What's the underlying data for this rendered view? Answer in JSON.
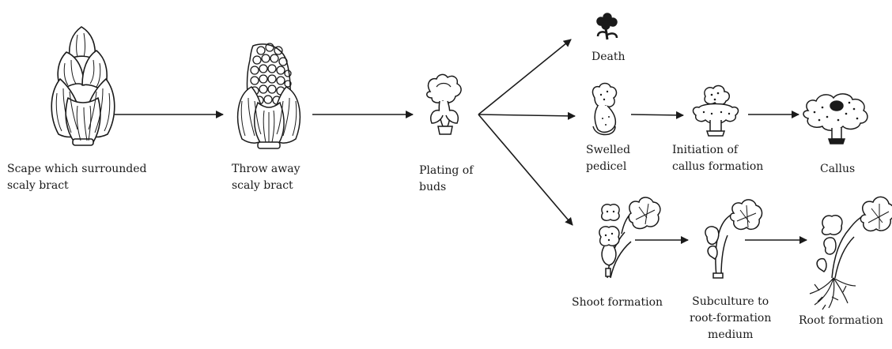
{
  "labels": {
    "scape": [
      "Scape which surrounded",
      "scaly bract"
    ],
    "throw_away": [
      "Throw away",
      "scaly bract"
    ],
    "plating": [
      "Plating of",
      "buds"
    ],
    "death": [
      "Death"
    ],
    "swelled": [
      "Swelled",
      "pedicel"
    ],
    "initiation": [
      "Initiation of",
      "callus formation"
    ],
    "callus": [
      "Callus"
    ],
    "shoot": [
      "Shoot formation"
    ],
    "subculture": [
      "Subculture to",
      "root-formation",
      "medium"
    ],
    "root": [
      "Root formation"
    ]
  },
  "icons": {
    "scape": "scaly-bract-bud-icon",
    "throw_away": "peeled-bud-icon",
    "plating": "plated-bud-icon",
    "death": "dead-bud-icon",
    "swelled": "swelled-pedicel-icon",
    "initiation": "callus-initiation-icon",
    "callus": "callus-icon",
    "shoot": "shoot-icon",
    "subculture": "subculture-plantlet-icon",
    "root": "rooted-plantlet-icon"
  },
  "colors": {
    "ink": "#1a1a1a",
    "background": "#ffffff"
  }
}
